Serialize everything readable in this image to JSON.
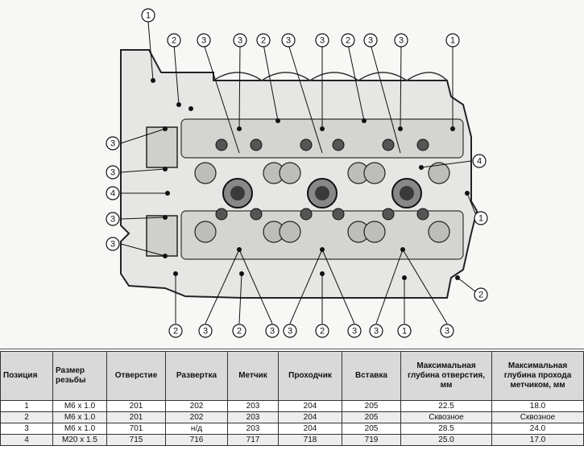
{
  "diagram": {
    "callouts": [
      "1",
      "2",
      "3",
      "4"
    ]
  },
  "table": {
    "headers": [
      "Позиция",
      "Размер резьбы",
      "Отверстие",
      "Развертка",
      "Метчик",
      "Проходчик",
      "Вставка",
      "Максимальная глубина отверстия, мм",
      "Максимальная глубина прохода метчиком, мм"
    ],
    "rows": [
      [
        "1",
        "M6 x 1.0",
        "201",
        "202",
        "203",
        "204",
        "205",
        "22.5",
        "18.0"
      ],
      [
        "2",
        "M6 x 1.0",
        "201",
        "202",
        "203",
        "204",
        "205",
        "Сквозное",
        "Сквозное"
      ],
      [
        "3",
        "M6 x 1.0",
        "701",
        "н/д",
        "203",
        "204",
        "205",
        "28.5",
        "24.0"
      ],
      [
        "4",
        "M20 x 1.5",
        "715",
        "716",
        "717",
        "718",
        "719",
        "25.0",
        "17.0"
      ]
    ]
  }
}
